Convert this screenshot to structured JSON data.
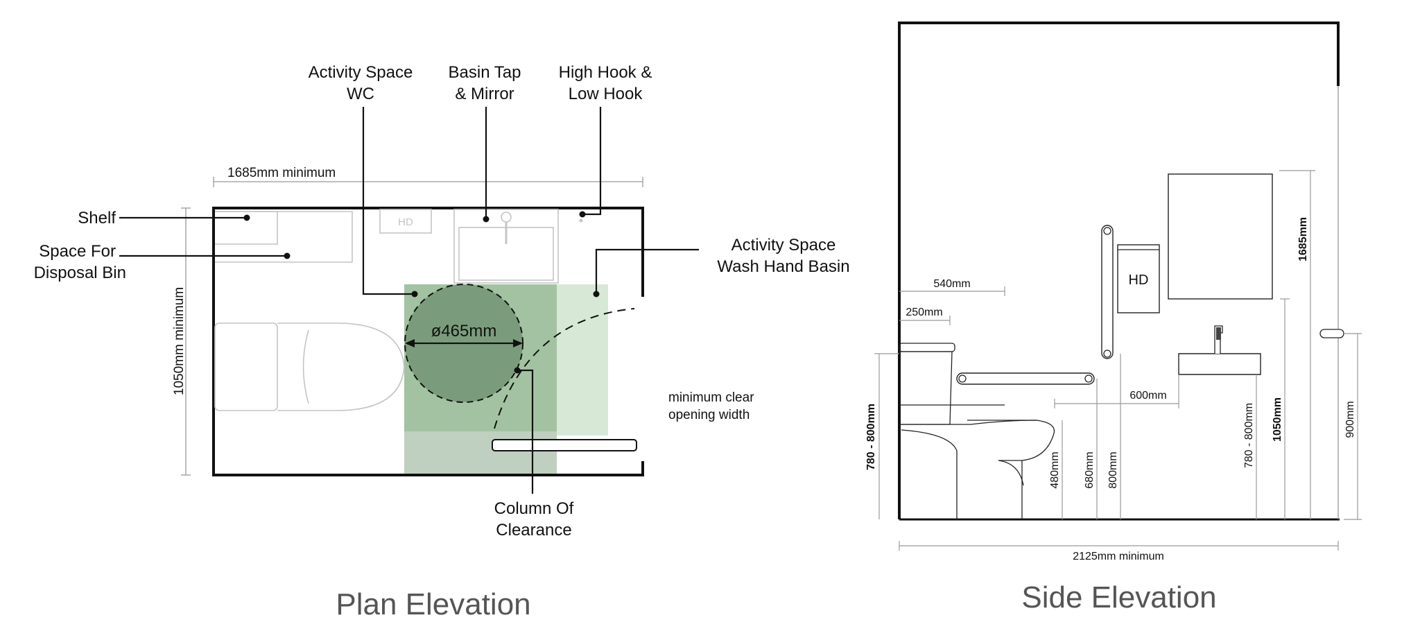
{
  "plan": {
    "title": "Plan Elevation",
    "width_dim": "1685mm  minimum",
    "height_dim": "1050mm  minimum",
    "turning_circle": "ø465mm",
    "hd_label": "HD",
    "labels": {
      "activity_wc_l1": "Activity Space",
      "activity_wc_l2": "WC",
      "basin_tap_l1": "Basin Tap",
      "basin_tap_l2": "& Mirror",
      "hooks_l1": "High Hook &",
      "hooks_l2": "Low Hook",
      "shelf": "Shelf",
      "disposal_l1": "Space For",
      "disposal_l2": "Disposal Bin",
      "whb_l1": "Activity Space",
      "whb_l2": "Wash Hand Basin",
      "clear_l1": "minimum clear",
      "clear_l2": "opening width",
      "column_l1": "Column Of",
      "column_l2": "Clearance"
    }
  },
  "side": {
    "title": "Side Elevation",
    "hd_label": "HD",
    "dims": {
      "d540": "540mm",
      "d250": "250mm",
      "d600": "600mm",
      "d480": "480mm",
      "d680": "680mm",
      "d800": "800mm",
      "d780_800_left": "780 - 800mm",
      "d780_800_right": "780 - 800mm",
      "d1050": "1050mm",
      "d1685": "1685mm",
      "d900": "900mm",
      "d2125": "2125mm  minimum"
    }
  },
  "colors": {
    "dark_green": "#7a9c7c",
    "mid_green": "#a3c2a2",
    "light_green": "#d7e9d6",
    "grey_green": "#bfcfc0",
    "title_grey": "#555555"
  }
}
